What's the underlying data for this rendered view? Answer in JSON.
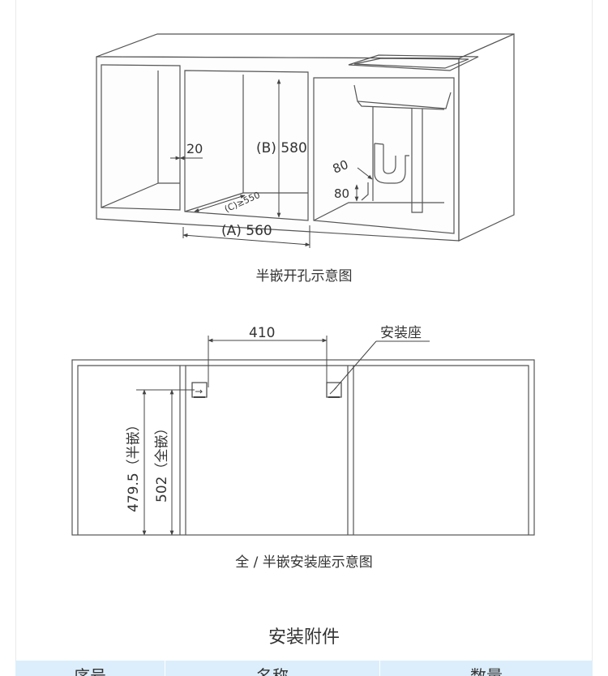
{
  "figure1": {
    "caption": "半嵌开孔示意图",
    "labels": {
      "dim_20": "20",
      "dim_b": "(B) 580",
      "dim_c": "(C)≥550",
      "dim_a": "(A) 560",
      "dim_80_pipe": "80",
      "dim_80_height": "80"
    }
  },
  "figure2": {
    "caption": "全 / 半嵌安装座示意图",
    "labels": {
      "dim_410": "410",
      "mount_callout": "安装座",
      "dim_half": "479.5（半嵌）",
      "dim_full": "502（全嵌）"
    }
  },
  "section": {
    "title": "安装附件"
  },
  "table": {
    "headers": [
      "序号",
      "名称",
      "数量"
    ]
  }
}
